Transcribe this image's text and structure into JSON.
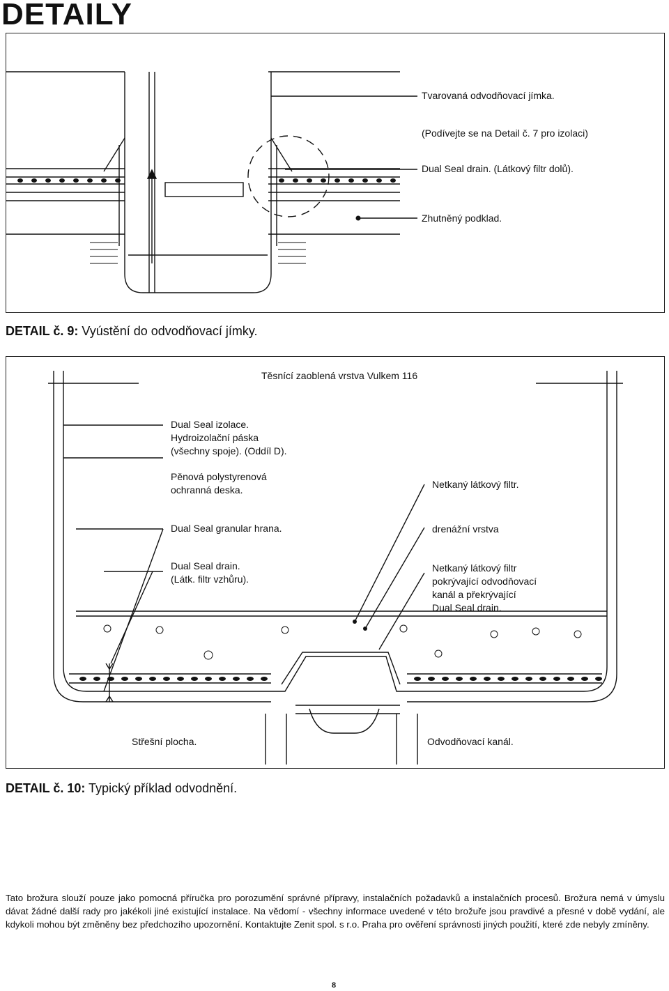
{
  "page_title": "DETAILY",
  "detail9": {
    "labels": [
      "Tvarovaná odvodňovací jímka.",
      "(Podívejte se na Detail č. 7 pro izolaci)",
      "Dual Seal drain. (Látkový filtr dolů).",
      "Zhutněný podklad."
    ],
    "caption_prefix": "DETAIL č. 9:",
    "caption_text": " Vyústění do odvodňovací jímky."
  },
  "detail10": {
    "top_label": "Těsnící zaoblená vrstva Vulkem 116",
    "left_labels": [
      [
        "Dual Seal izolace.",
        "Hydroizolační páska",
        "(všechny spoje). (Oddíl D)."
      ],
      [
        "Pěnová polystyrenová",
        "ochranná deska."
      ],
      [
        "Dual Seal granular hrana."
      ],
      [
        "Dual Seal drain.",
        "(Látk. filtr vzhůru)."
      ]
    ],
    "right_labels": [
      [
        "Netkaný látkový filtr."
      ],
      [
        "drenážní vrstva"
      ],
      [
        "Netkaný látkový filtr",
        "pokrývající odvodňovací",
        "kanál a překrývající",
        "Dual Seal drain."
      ]
    ],
    "bottom_left_label": "Střešní plocha.",
    "bottom_right_label": "Odvodňovací kanál.",
    "caption_prefix": "DETAIL č. 10:",
    "caption_text": " Typický příklad odvodnění."
  },
  "disclaimer": "Tato brožura slouží pouze jako pomocná příručka pro porozumění správné přípravy, instalačních požadavků a instalačních procesů. Brožura nemá v úmyslu dávat žádné další rady pro jakékoli jiné existující instalace. Na vědomí - všechny informace uvedené v této brožuře jsou pravdivé a přesné v době vydání, ale kdykoli mohou být změněny bez předchozího upozornění. Kontaktujte Zenit spol. s r.o. Praha pro ověření správnosti jiných použití, které zde nebyly zmíněny.",
  "page_number": "8"
}
